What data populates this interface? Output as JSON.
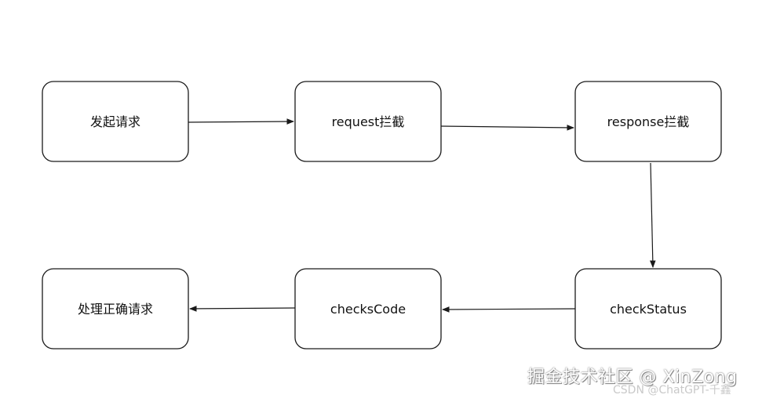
{
  "nodes": {
    "n1": "发起请求",
    "n2": "request拦截",
    "n3": "response拦截",
    "n4": "checkStatus",
    "n5": "checksCode",
    "n6": "处理正确请求"
  },
  "watermark": {
    "main": "掘金技术社区 @ XinZong",
    "sub": "CSDN @ChatGPT-千鑫"
  }
}
